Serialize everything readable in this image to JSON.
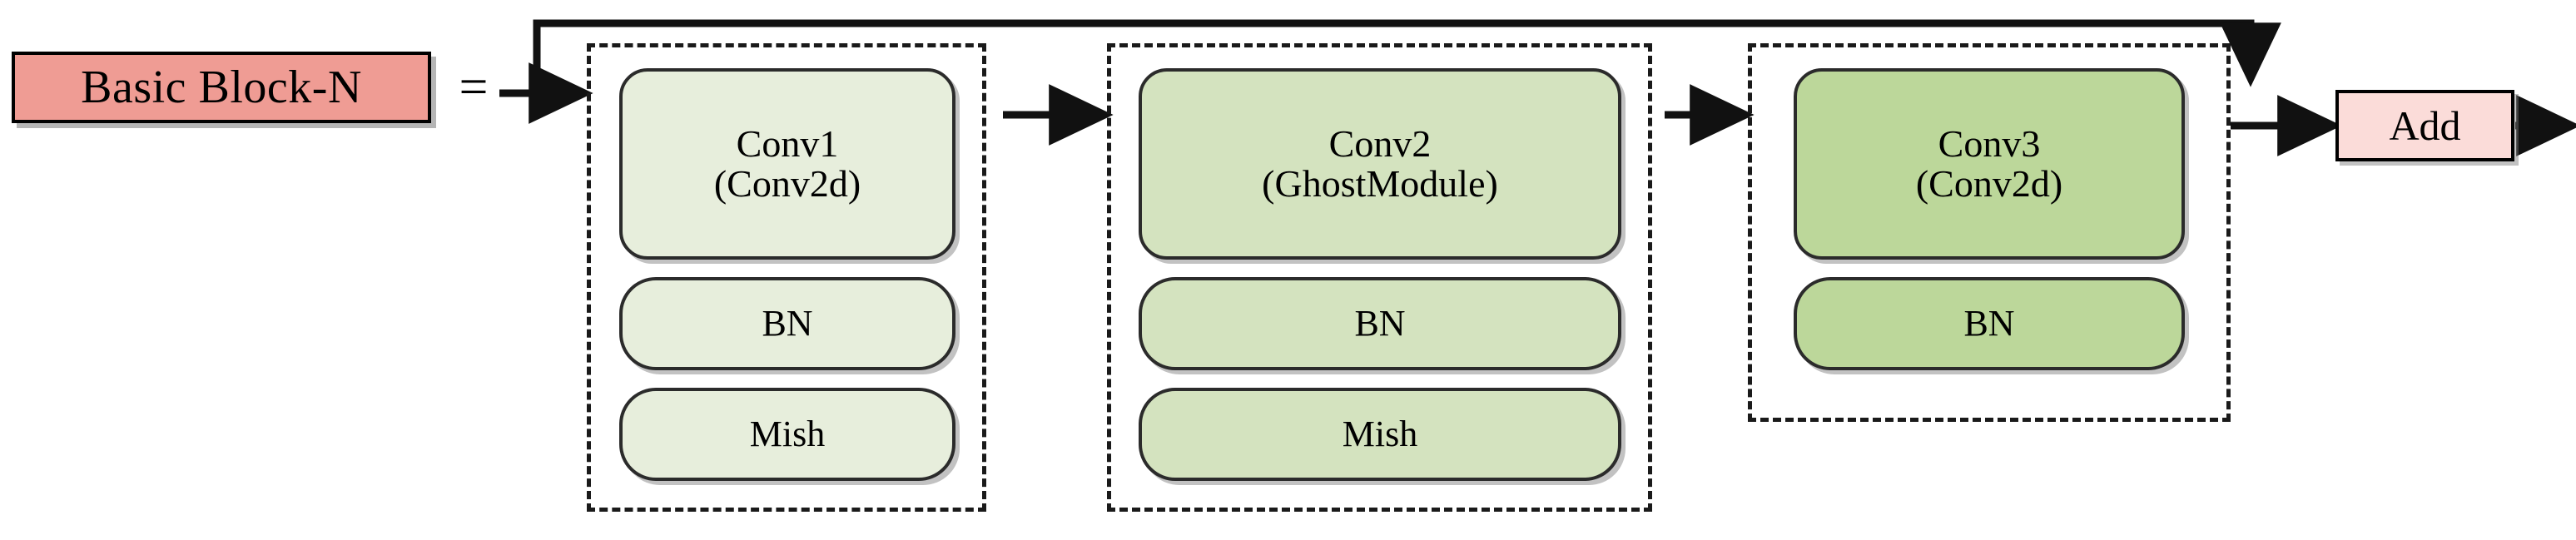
{
  "diagram": {
    "title_box": {
      "label": "Basic Block-N"
    },
    "equals": {
      "symbol": "="
    },
    "groups": [
      {
        "id": "group-1",
        "blocks": [
          {
            "name": "conv",
            "line1": "Conv1",
            "line2": "(Conv2d)",
            "tint": "#e7eedc"
          },
          {
            "name": "bn",
            "line1": "BN",
            "line2": "",
            "tint": "#e7eedc"
          },
          {
            "name": "mish",
            "line1": "Mish",
            "line2": "",
            "tint": "#e7eedc"
          }
        ]
      },
      {
        "id": "group-2",
        "blocks": [
          {
            "name": "conv",
            "line1": "Conv2",
            "line2": "(GhostModule)",
            "tint": "#d4e3bf"
          },
          {
            "name": "bn",
            "line1": "BN",
            "line2": "",
            "tint": "#d4e3bf"
          },
          {
            "name": "mish",
            "line1": "Mish",
            "line2": "",
            "tint": "#d4e3bf"
          }
        ]
      },
      {
        "id": "group-3",
        "blocks": [
          {
            "name": "conv",
            "line1": "Conv3",
            "line2": "(Conv2d)",
            "tint": "#bcd79a"
          },
          {
            "name": "bn",
            "line1": "BN",
            "line2": "",
            "tint": "#bcd79a"
          }
        ]
      }
    ],
    "add_box": {
      "label": "Add"
    },
    "connectors": {
      "skip_connection": "residual shortcut from input to Add",
      "arrow_input_to_conv1": "arrow",
      "arrow_group1_to_group2": "arrow",
      "arrow_group2_to_group3": "arrow",
      "arrow_group3_to_add": "arrow",
      "arrow_add_output": "arrow"
    },
    "colors": {
      "label_box_fill": "#ef9c94",
      "add_box_fill": "#fbdcd9",
      "tint_light": "#e7eedc",
      "tint_mid": "#d4e3bf",
      "tint_dark": "#bcd79a",
      "stroke": "#000000"
    }
  }
}
